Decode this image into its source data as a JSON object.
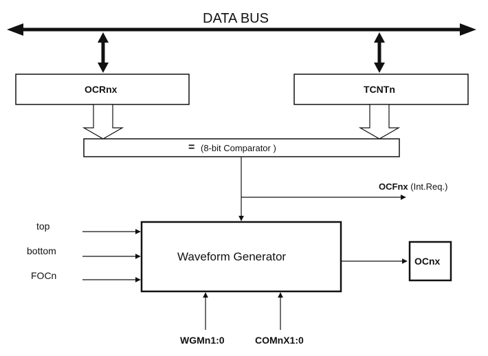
{
  "diagram": {
    "title": "DATA BUS",
    "registers": {
      "ocr": "OCRnx",
      "tcnt": "TCNTn"
    },
    "comparator": {
      "symbol": "=",
      "label": "(8-bit Comparator )"
    },
    "flag": {
      "name": "OCFnx",
      "note": "(Int.Req.)"
    },
    "generator": "Waveform Generator",
    "output": "OCnx",
    "inputs": [
      "top",
      "bottom",
      "FOCn"
    ],
    "controls": [
      "WGMn1:0",
      "COMnX1:0"
    ]
  }
}
